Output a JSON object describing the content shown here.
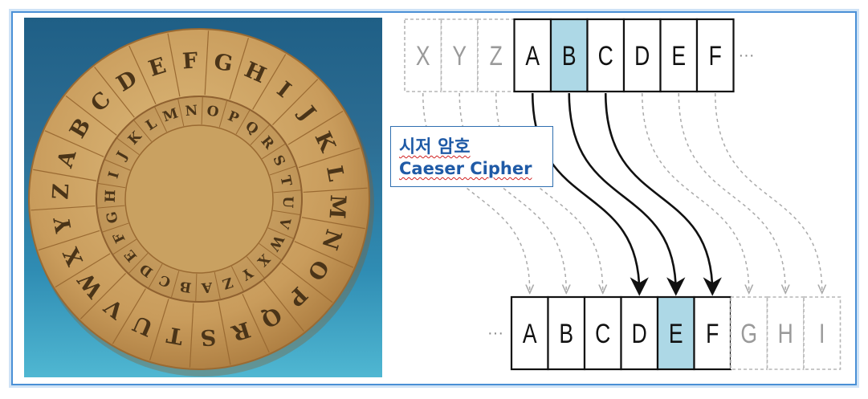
{
  "cipher_label": {
    "korean": "시저 암호",
    "english": "Caeser Cipher"
  },
  "top_row": {
    "faded": [
      "X",
      "Y",
      "Z"
    ],
    "letters": [
      "A",
      "B",
      "C",
      "D",
      "E",
      "F"
    ],
    "highlight": "B",
    "ellipsis": "···"
  },
  "bottom_row": {
    "ellipsis": "···",
    "letters": [
      "A",
      "B",
      "C",
      "D",
      "E",
      "F"
    ],
    "highlight": "E",
    "faded": [
      "G",
      "H",
      "I"
    ]
  },
  "wheel": {
    "outer_ring": [
      "A",
      "B",
      "C",
      "D",
      "E",
      "F",
      "G",
      "H",
      "I",
      "J",
      "K",
      "L",
      "M",
      "N",
      "O",
      "P",
      "Q",
      "R",
      "S",
      "T",
      "U",
      "V",
      "W",
      "X",
      "Y",
      "Z"
    ],
    "inner_ring": [
      "A",
      "B",
      "C",
      "D",
      "E",
      "F",
      "G",
      "H",
      "I",
      "J",
      "K",
      "L",
      "M",
      "N",
      "O",
      "P",
      "Q",
      "R",
      "S",
      "T",
      "U",
      "V",
      "W",
      "X",
      "Y",
      "Z"
    ]
  },
  "colors": {
    "highlight": "#add8e6",
    "box_border": "#111111",
    "faded": "#9a9a9a",
    "label_text": "#1f5aa6",
    "frame": "#4a90d6",
    "wheel": "#cfa86a"
  }
}
